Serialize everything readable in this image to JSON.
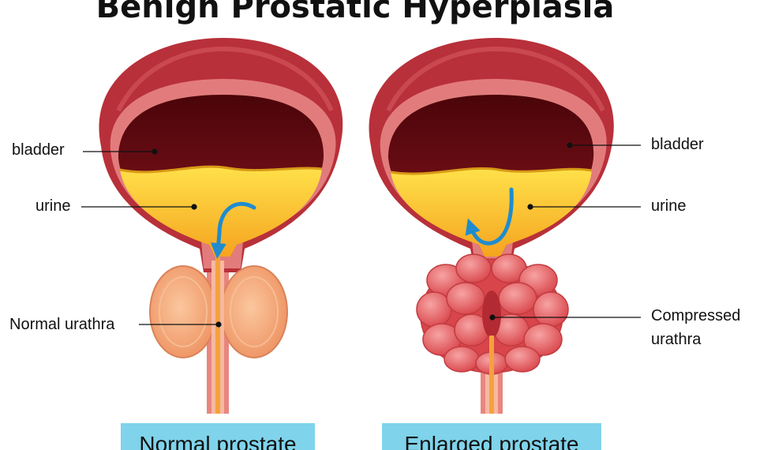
{
  "title": "Benign Prostatic Hyperplasia",
  "left": {
    "caption": "Normal prostate",
    "labels": {
      "bladder": "bladder",
      "urine": "urine",
      "urethra": "Normal urathra"
    }
  },
  "right": {
    "caption": "Enlarged prostate",
    "labels": {
      "bladder": "bladder",
      "urine": "urine",
      "urethra_line1": "Compressed",
      "urethra_line2": "urathra"
    }
  },
  "colors": {
    "bladder_outer": "#b8303a",
    "bladder_wall": "#e27c7c",
    "bladder_inner": "#5e0a12",
    "urine": "#f5b62a",
    "prostate_normal": "#f7ad80",
    "prostate_enlarged": "#e35a5c",
    "flow_arrow": "#1f8ccf",
    "caption_box": "#7fd3ea"
  }
}
